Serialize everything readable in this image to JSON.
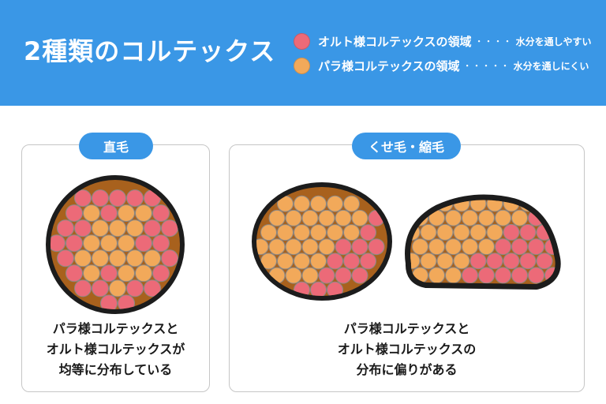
{
  "title": "2種類のコルテックス",
  "legend": [
    {
      "label": "オルト様コルテックスの領域",
      "dots": "・・・・",
      "desc": "水分を通しやすい",
      "color": "#ec6a78"
    },
    {
      "label": "パラ様コルテックスの領域",
      "dots": "・・・・・",
      "desc": "水分を通しにくい",
      "color": "#f2a95a"
    }
  ],
  "panels": {
    "straight": {
      "pill": "直毛",
      "caption": [
        "パラ様コルテックスと",
        "オルト様コルテックスが",
        "均等に分布している"
      ]
    },
    "curly": {
      "pill": "くせ毛・縮毛",
      "caption": [
        "パラ様コルテックスと",
        "オルト様コルテックスの",
        "分布に偏りがある"
      ]
    }
  },
  "colors": {
    "header": "#3a97e6",
    "ortho": "#ec6a78",
    "para": "#f2a95a",
    "cuticle": "#1c1c1c",
    "fill": "#a8611d"
  }
}
